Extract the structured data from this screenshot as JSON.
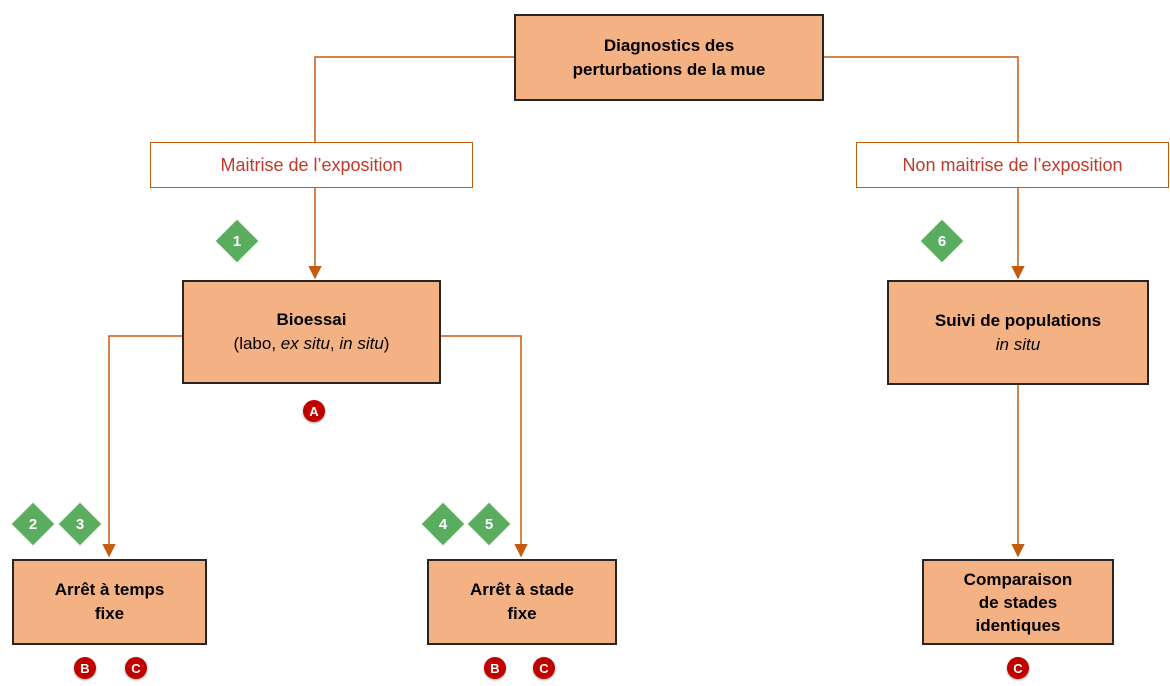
{
  "root": {
    "line1": "Diagnostics des",
    "line2": "perturbations de la mue"
  },
  "branch_labels": {
    "left": "Maitrise de l’exposition",
    "right": "Non maitrise de l’exposition"
  },
  "bioessai": {
    "title": "Bioessai",
    "paren_open": "(labo, ",
    "ex_situ": "ex situ",
    "comma": ", ",
    "in_situ": "in situ",
    "paren_close": ")"
  },
  "suivi": {
    "title": "Suivi de populations",
    "subtitle": "in situ"
  },
  "arret_temps": {
    "line1": "Arrêt à temps",
    "line2": "fixe"
  },
  "arret_stade": {
    "line1": "Arrêt à stade",
    "line2": "fixe"
  },
  "comparaison": {
    "line1": "Comparaison",
    "line2": "de stades",
    "line3": "identiques"
  },
  "diamonds": {
    "d1": "1",
    "d2": "2",
    "d3": "3",
    "d4": "4",
    "d5": "5",
    "d6": "6"
  },
  "circles": {
    "a": "A",
    "b1": "B",
    "c1": "C",
    "b2": "B",
    "c2": "C",
    "c3": "C"
  },
  "colors": {
    "box_fill": "#f4b183",
    "connector": "#c55a11",
    "label_text": "#c0392b",
    "diamond": "#5aad5e",
    "circle": "#c00000"
  }
}
